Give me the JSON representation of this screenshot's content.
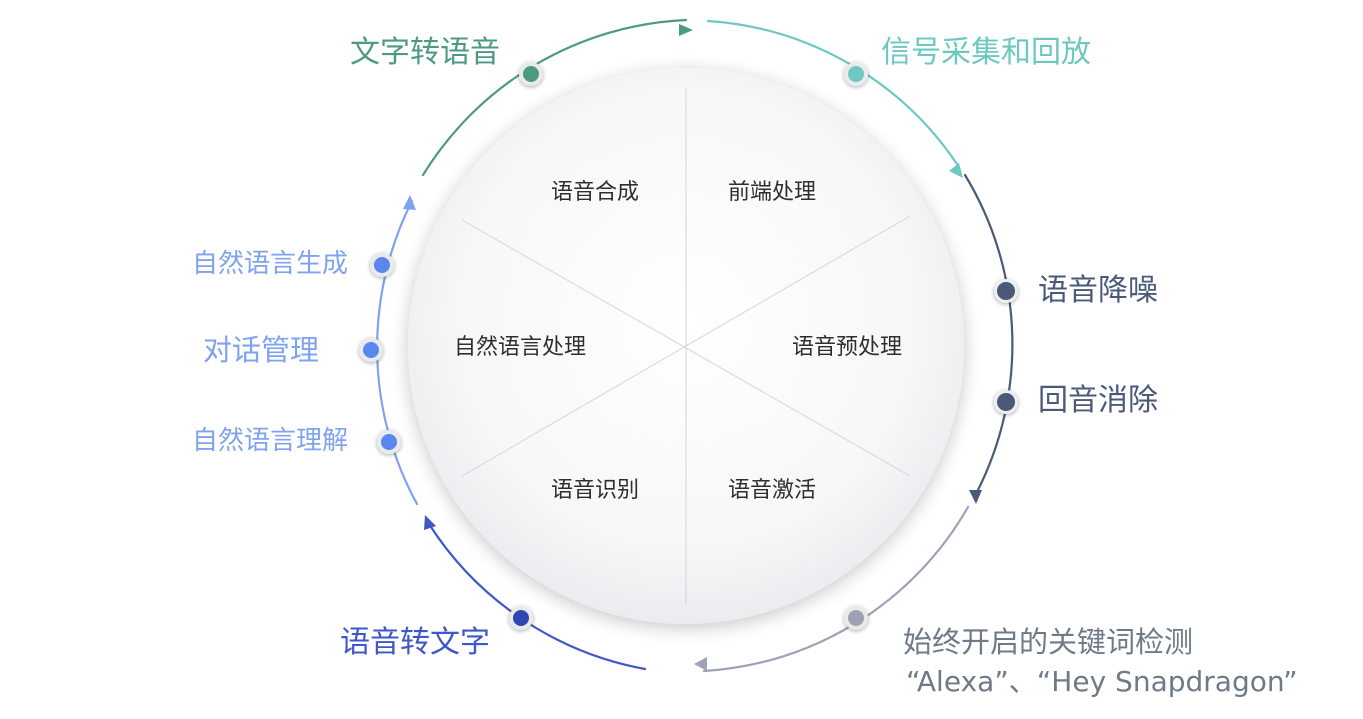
{
  "segments": [
    {
      "key": "synthesis",
      "label": "语音合成"
    },
    {
      "key": "frontend",
      "label": "前端处理"
    },
    {
      "key": "nlp",
      "label": "自然语言处理"
    },
    {
      "key": "preprocess",
      "label": "语音预处理"
    },
    {
      "key": "recognition",
      "label": "语音识别"
    },
    {
      "key": "activation",
      "label": "语音激活"
    }
  ],
  "stages": [
    {
      "key": "tts",
      "label": "文字转语音",
      "color": "#4d9a83"
    },
    {
      "key": "capture",
      "label": "信号采集和回放",
      "color": "#6ec8c2"
    },
    {
      "key": "denoise",
      "label": "语音降噪",
      "color": "#4a5a78"
    },
    {
      "key": "echo",
      "label": "回音消除",
      "color": "#4a5a78"
    },
    {
      "key": "nlg",
      "label": "自然语言生成",
      "color": "#7fa3ee"
    },
    {
      "key": "dialog",
      "label": "对话管理",
      "color": "#7fa3ee"
    },
    {
      "key": "nlu",
      "label": "自然语言理解",
      "color": "#7fa3ee"
    },
    {
      "key": "asr",
      "label": "语音转文字",
      "color": "#3e57c9"
    }
  ],
  "keyword": {
    "line1": "始终开启的关键词检测",
    "line2": "“Alexa”、“Hey Snapdragon”",
    "color": "#9da3b4"
  }
}
